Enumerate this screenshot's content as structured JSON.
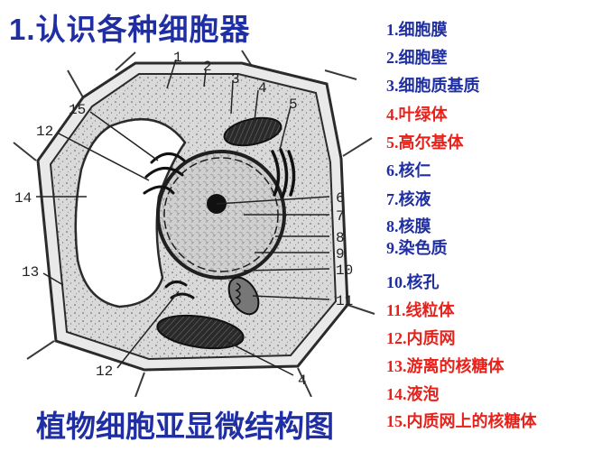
{
  "title": {
    "number": "1.",
    "text": "认识各种细胞器"
  },
  "caption": "植物细胞亚显微结构图",
  "diagram_labels": [
    "1",
    "2",
    "3",
    "4",
    "5",
    "15",
    "12",
    "14",
    "6",
    "7",
    "8",
    "9",
    "10",
    "13",
    "11",
    "12",
    "4"
  ],
  "legend": [
    {
      "index": "1.",
      "label": "细胞膜",
      "color": "#1f2fa3"
    },
    {
      "index": "2.",
      "label": "细胞壁",
      "color": "#1f2fa3"
    },
    {
      "index": "3.",
      "label": "细胞质基质",
      "color": "#1f2fa3"
    },
    {
      "index": "4.",
      "label": "叶绿体",
      "color": "#e8211b"
    },
    {
      "index": "5.",
      "label": "高尔基体",
      "color": "#e8211b"
    },
    {
      "index": "6.",
      "label": "核仁",
      "color": "#1f2fa3"
    },
    {
      "index": "7.",
      "label": "核液",
      "color": "#1f2fa3"
    },
    {
      "index": "8.",
      "label": "核膜",
      "color": "#1f2fa3"
    },
    {
      "index": "9.",
      "label": "染色质",
      "color": "#1f2fa3"
    },
    {
      "index": "10.",
      "label": "核孔",
      "color": "#1f2fa3"
    },
    {
      "index": "11.",
      "label": "线粒体",
      "color": "#e8211b"
    },
    {
      "index": "12.",
      "label": "内质网",
      "color": "#e8211b"
    },
    {
      "index": "13.",
      "label": "游离的核糖体",
      "color": "#e8211b"
    },
    {
      "index": "14.",
      "label": "液泡",
      "color": "#e8211b"
    },
    {
      "index": "15.",
      "label": "内质网上的核糖体",
      "color": "#e8211b"
    }
  ]
}
